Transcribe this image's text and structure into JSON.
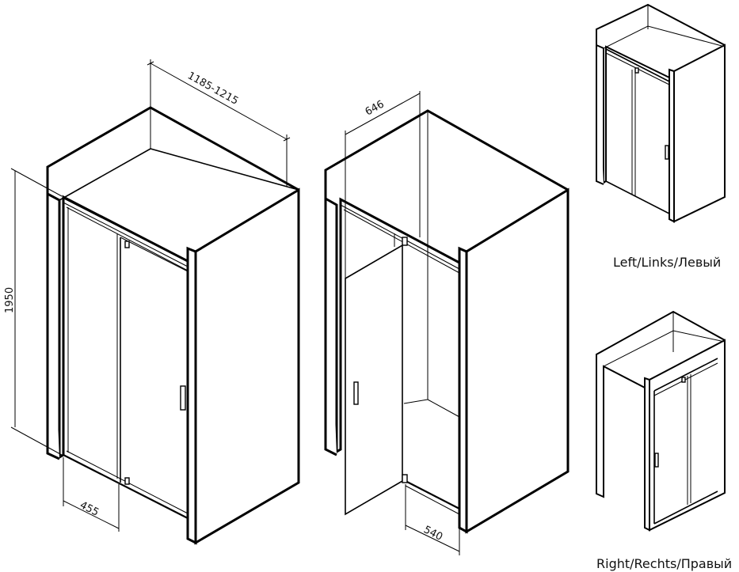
{
  "dimensions": {
    "width_range": "1185-1215",
    "height": "1950",
    "fixed_panel": "455",
    "door_width": "646",
    "door_opening": "540"
  },
  "variants": {
    "left_label": "Left/Links/Левый",
    "right_label": "Right/Rechts/Правый"
  },
  "colors": {
    "line": "#000000",
    "background": "#ffffff"
  }
}
